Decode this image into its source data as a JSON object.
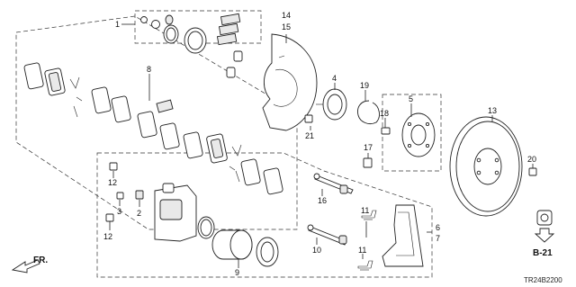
{
  "parts": {
    "p1": "1",
    "p2": "2",
    "p3": "3",
    "p4": "4",
    "p5": "5",
    "p6": "6",
    "p7": "7",
    "p8": "8",
    "p9": "9",
    "p10": "10",
    "p11a": "11",
    "p11b": "11",
    "p12a": "12",
    "p12b": "12",
    "p13": "13",
    "p14": "14",
    "p15": "15",
    "p16": "16",
    "p17": "17",
    "p18": "18",
    "p19": "19",
    "p20": "20",
    "p21": "21"
  },
  "ref_callout": "B-21",
  "front_marker": "FR.",
  "diagram_code": "TR24B2200"
}
